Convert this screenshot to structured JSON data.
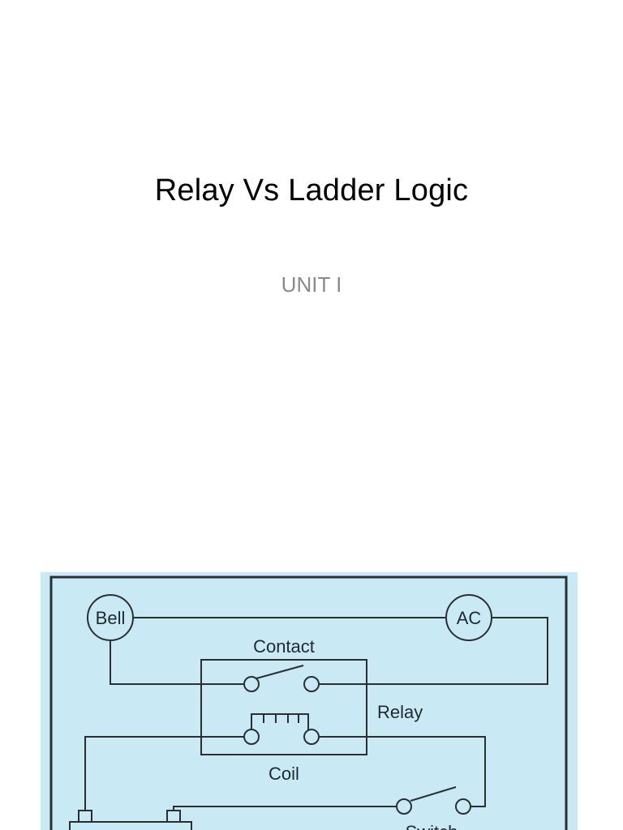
{
  "slide": {
    "title": "Relay Vs Ladder Logic",
    "subtitle": "UNIT I"
  },
  "diagram": {
    "background_color": "#c9e9f5",
    "line_color": "#2a2f33",
    "labels": {
      "bell": "Bell",
      "ac": "AC",
      "contact": "Contact",
      "relay": "Relay",
      "coil": "Coil",
      "switch": "Switch"
    }
  }
}
